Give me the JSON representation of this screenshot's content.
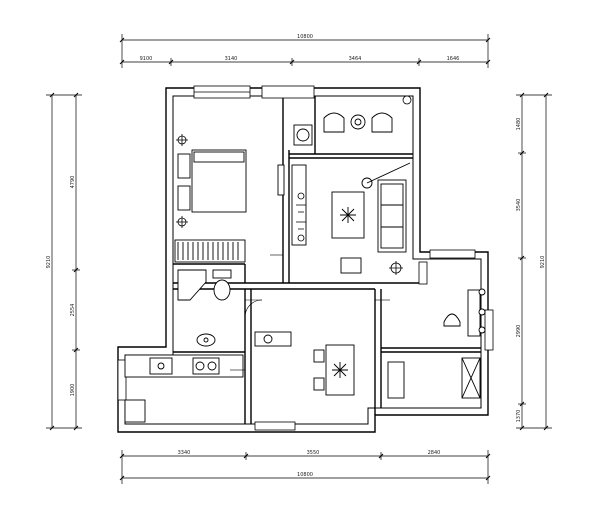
{
  "dimensions": {
    "top_total": "10800",
    "top_segments": [
      "9100",
      "3140",
      "3464",
      "1646"
    ],
    "bottom_segments": [
      "3340",
      "3550",
      "2840"
    ],
    "bottom_total": "10800",
    "left_total": "9210",
    "left_segments": [
      "4790",
      "2554",
      "1900"
    ],
    "right_total": "9210",
    "right_segments": [
      "1480",
      "3540",
      "2990",
      "1370"
    ]
  }
}
